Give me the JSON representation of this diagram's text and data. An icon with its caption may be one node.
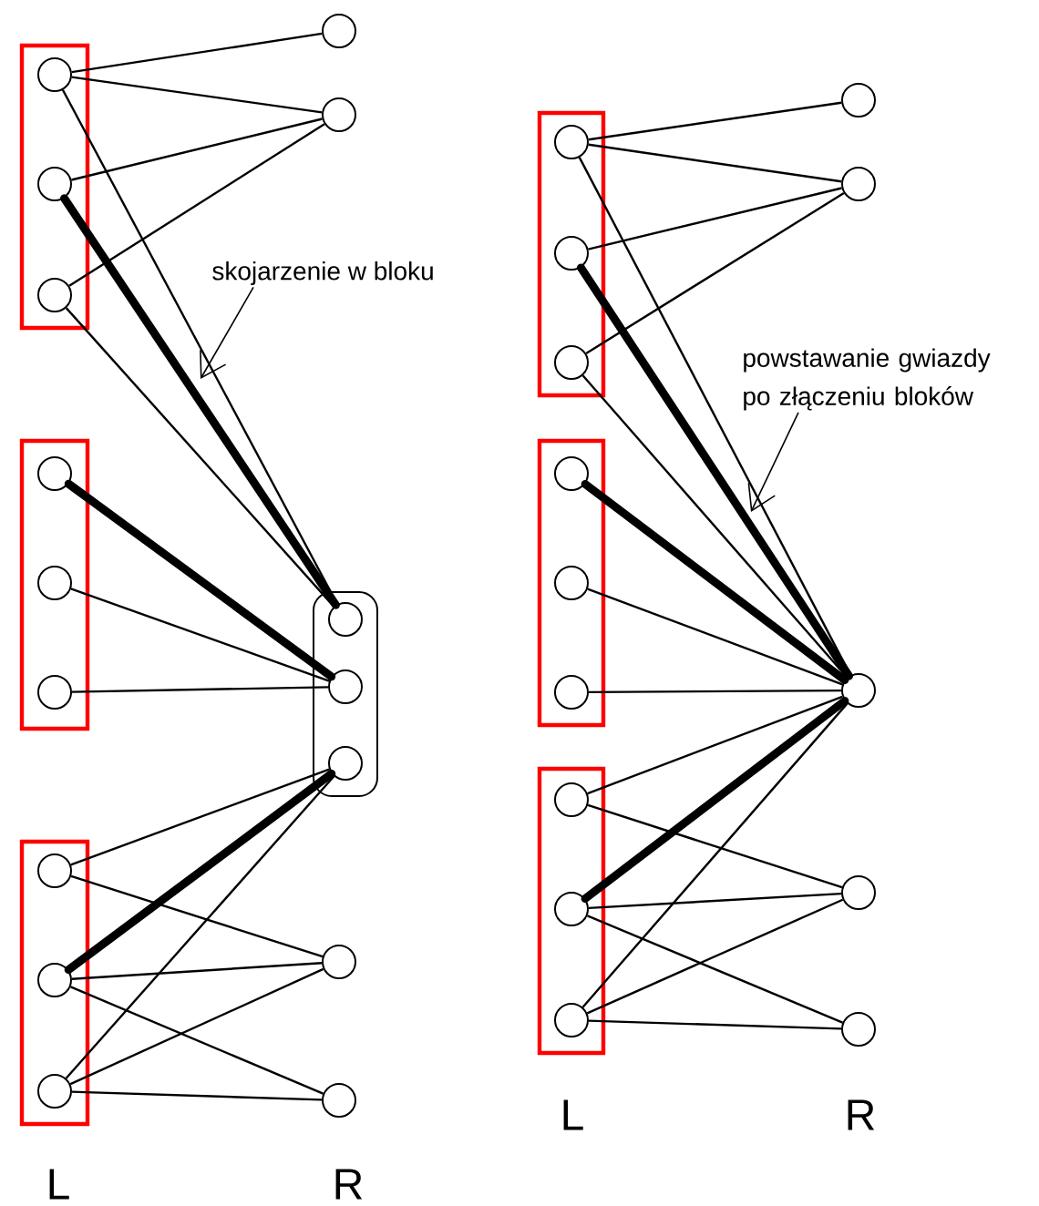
{
  "diagram": {
    "nodes": [
      {
        "text": [],
        "shape": "box"
      },
      {
        "text": [],
        "shape": "circle",
        "in": 0
      },
      {
        "text": [],
        "shape": "circle",
        "in": 0
      },
      {
        "text": [],
        "shape": "circle",
        "in": 0
      },
      {
        "text": [],
        "shape": "box"
      },
      {
        "text": [],
        "shape": "circle",
        "in": 4
      },
      {
        "text": [],
        "shape": "circle",
        "in": 4
      },
      {
        "text": [],
        "shape": "circle",
        "in": 4
      },
      {
        "text": [],
        "shape": "box"
      },
      {
        "text": [],
        "shape": "circle",
        "in": 8
      },
      {
        "text": [],
        "shape": "circle",
        "in": 8
      },
      {
        "text": [],
        "shape": "circle",
        "in": 8
      },
      {
        "text": [],
        "shape": "circle"
      },
      {
        "text": [],
        "shape": "circle"
      },
      {
        "text": [],
        "shape": "box"
      },
      {
        "text": [],
        "shape": "circle",
        "in": 14
      },
      {
        "text": [],
        "shape": "circle",
        "in": 14
      },
      {
        "text": [],
        "shape": "circle",
        "in": 14
      },
      {
        "text": [],
        "shape": "circle"
      },
      {
        "text": [],
        "shape": "circle"
      },
      {
        "text": [
          "skojarzenie w bloku"
        ]
      },
      {
        "text": [],
        "shape": "box"
      },
      {
        "text": [],
        "shape": "circle",
        "in": 21
      },
      {
        "text": [],
        "shape": "circle",
        "in": 21
      },
      {
        "text": [],
        "shape": "circle",
        "in": 21
      },
      {
        "text": [],
        "shape": "box"
      },
      {
        "text": [],
        "shape": "circle",
        "in": 25
      },
      {
        "text": [],
        "shape": "circle",
        "in": 25
      },
      {
        "text": [],
        "shape": "circle",
        "in": 25
      },
      {
        "text": [],
        "shape": "box"
      },
      {
        "text": [],
        "shape": "circle",
        "in": 29
      },
      {
        "text": [],
        "shape": "circle",
        "in": 29
      },
      {
        "text": [],
        "shape": "circle",
        "in": 29
      },
      {
        "text": [],
        "shape": "circle"
      },
      {
        "text": [],
        "shape": "circle"
      },
      {
        "text": [],
        "shape": "circle"
      },
      {
        "text": [],
        "shape": "circle"
      },
      {
        "text": [],
        "shape": "circle"
      },
      {
        "text": [
          "powstawanie gwiazdy po złączeniu bloków"
        ]
      }
    ],
    "edges": [
      {
        "from": 1,
        "to": 12,
        "arrow": "none"
      },
      {
        "from": 1,
        "to": 13,
        "arrow": "none"
      },
      {
        "from": 2,
        "to": 13,
        "arrow": "none"
      },
      {
        "from": 3,
        "to": 13,
        "arrow": "none"
      },
      {
        "from": 1,
        "to": 15,
        "arrow": "none"
      },
      {
        "from": 2,
        "to": 15,
        "arrow": "none",
        "style": "thick"
      },
      {
        "from": 3,
        "to": 15,
        "arrow": "none"
      },
      {
        "from": 5,
        "to": 16,
        "arrow": "none",
        "style": "thick"
      },
      {
        "from": 6,
        "to": 16,
        "arrow": "none"
      },
      {
        "from": 7,
        "to": 16,
        "arrow": "none"
      },
      {
        "from": 9,
        "to": 17,
        "arrow": "none"
      },
      {
        "from": 9,
        "to": 18,
        "arrow": "none"
      },
      {
        "from": 10,
        "to": 17,
        "arrow": "none",
        "style": "thick"
      },
      {
        "from": 10,
        "to": 18,
        "arrow": "none"
      },
      {
        "from": 10,
        "to": 19,
        "arrow": "none"
      },
      {
        "from": 11,
        "to": 17,
        "arrow": "none"
      },
      {
        "from": 11,
        "to": 18,
        "arrow": "none"
      },
      {
        "from": 11,
        "to": 19,
        "arrow": "none"
      },
      {
        "from": 20,
        "to": null,
        "arrow": "to"
      },
      {
        "from": 22,
        "to": 33,
        "arrow": "none"
      },
      {
        "from": 22,
        "to": 34,
        "arrow": "none"
      },
      {
        "from": 23,
        "to": 34,
        "arrow": "none"
      },
      {
        "from": 24,
        "to": 34,
        "arrow": "none"
      },
      {
        "from": 22,
        "to": 35,
        "arrow": "none"
      },
      {
        "from": 23,
        "to": 35,
        "arrow": "none",
        "style": "thick"
      },
      {
        "from": 24,
        "to": 35,
        "arrow": "none"
      },
      {
        "from": 26,
        "to": 35,
        "arrow": "none",
        "style": "thick"
      },
      {
        "from": 27,
        "to": 35,
        "arrow": "none"
      },
      {
        "from": 28,
        "to": 35,
        "arrow": "none"
      },
      {
        "from": 30,
        "to": 35,
        "arrow": "none"
      },
      {
        "from": 31,
        "to": 35,
        "arrow": "none",
        "style": "thick"
      },
      {
        "from": 32,
        "to": 35,
        "arrow": "none"
      },
      {
        "from": 30,
        "to": 36,
        "arrow": "none"
      },
      {
        "from": 31,
        "to": 36,
        "arrow": "none"
      },
      {
        "from": 31,
        "to": 37,
        "arrow": "none"
      },
      {
        "from": 32,
        "to": 36,
        "arrow": "none"
      },
      {
        "from": 32,
        "to": 37,
        "arrow": "none"
      },
      {
        "from": 38,
        "to": null,
        "arrow": "to"
      }
    ],
    "labels": [
      "L",
      "R",
      "L",
      "R"
    ]
  }
}
